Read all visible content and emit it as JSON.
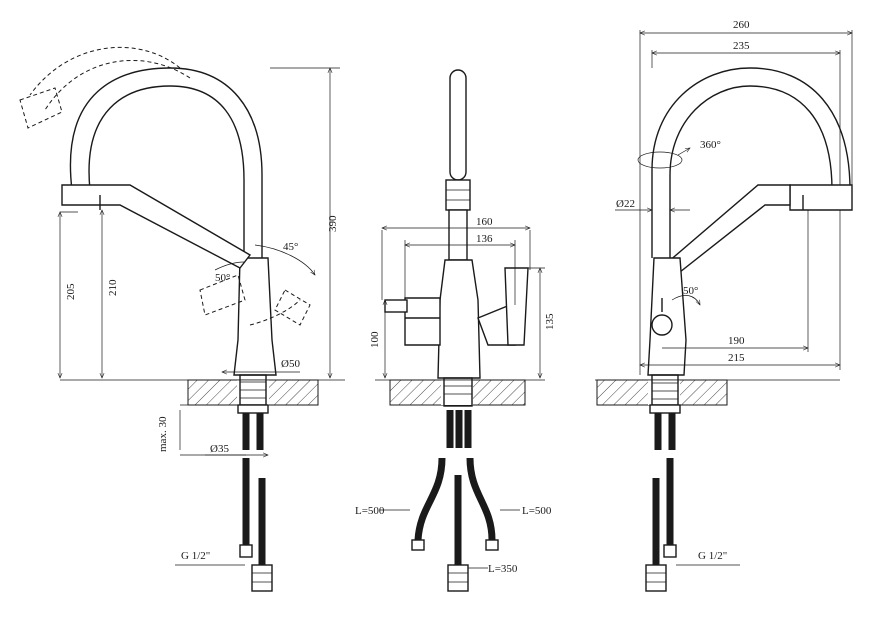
{
  "left_view": {
    "height_total": "390",
    "height_spout": "210",
    "height_lever": "205",
    "lever_angle_up": "45°",
    "lever_angle_side": "50°",
    "base_diameter": "Ø50",
    "mount_diameter": "Ø35",
    "max_thickness": "max. 30",
    "thread": "G 1/2\""
  },
  "center_view": {
    "width_total": "160",
    "width_inner": "136",
    "height_body": "100",
    "height_handle": "135",
    "hose_left": "L=500",
    "hose_right": "L=500",
    "hose_center": "L=350"
  },
  "right_view": {
    "width_total": "260",
    "width_reach": "235",
    "rotation": "360°",
    "spout_diameter": "Ø22",
    "lever_angle": "50°",
    "depth_lever": "190",
    "depth_total": "215",
    "thread": "G 1/2\""
  }
}
